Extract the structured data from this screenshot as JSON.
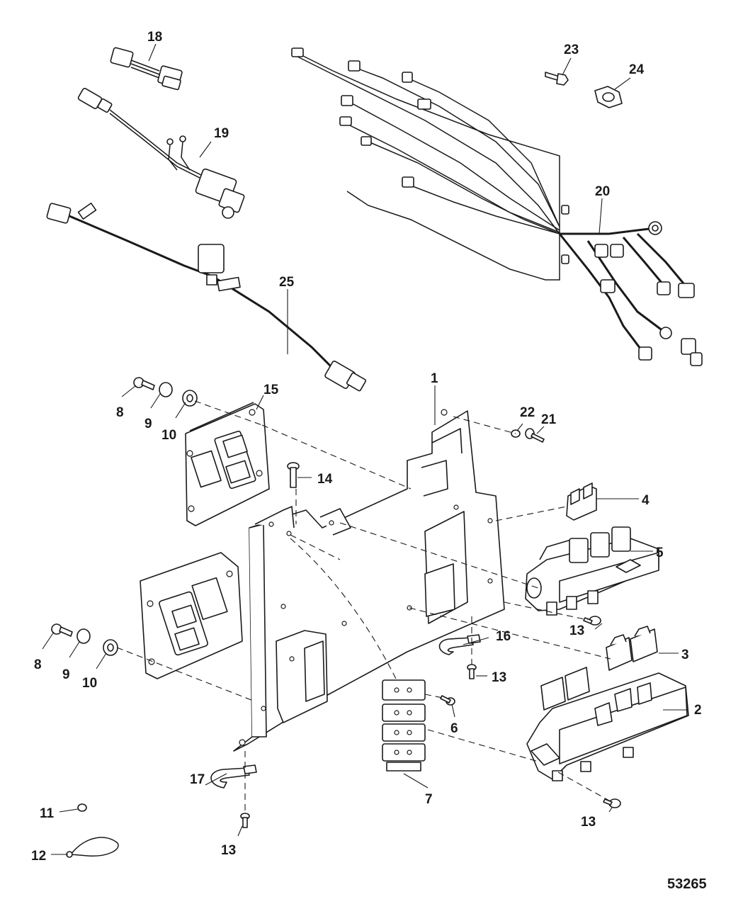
{
  "figure_id": "53265",
  "callouts": {
    "c1": "1",
    "c2": "2",
    "c3": "3",
    "c4": "4",
    "c5": "5",
    "c6": "6",
    "c7": "7",
    "c8a": "8",
    "c8b": "8",
    "c9a": "9",
    "c9b": "9",
    "c10a": "10",
    "c10b": "10",
    "c11": "11",
    "c12": "12",
    "c13a": "13",
    "c13b": "13",
    "c13c": "13",
    "c13d": "13",
    "c14": "14",
    "c15": "15",
    "c16": "16",
    "c17": "17",
    "c18": "18",
    "c19": "19",
    "c20": "20",
    "c21": "21",
    "c22": "22",
    "c23": "23",
    "c24": "24",
    "c25": "25"
  }
}
